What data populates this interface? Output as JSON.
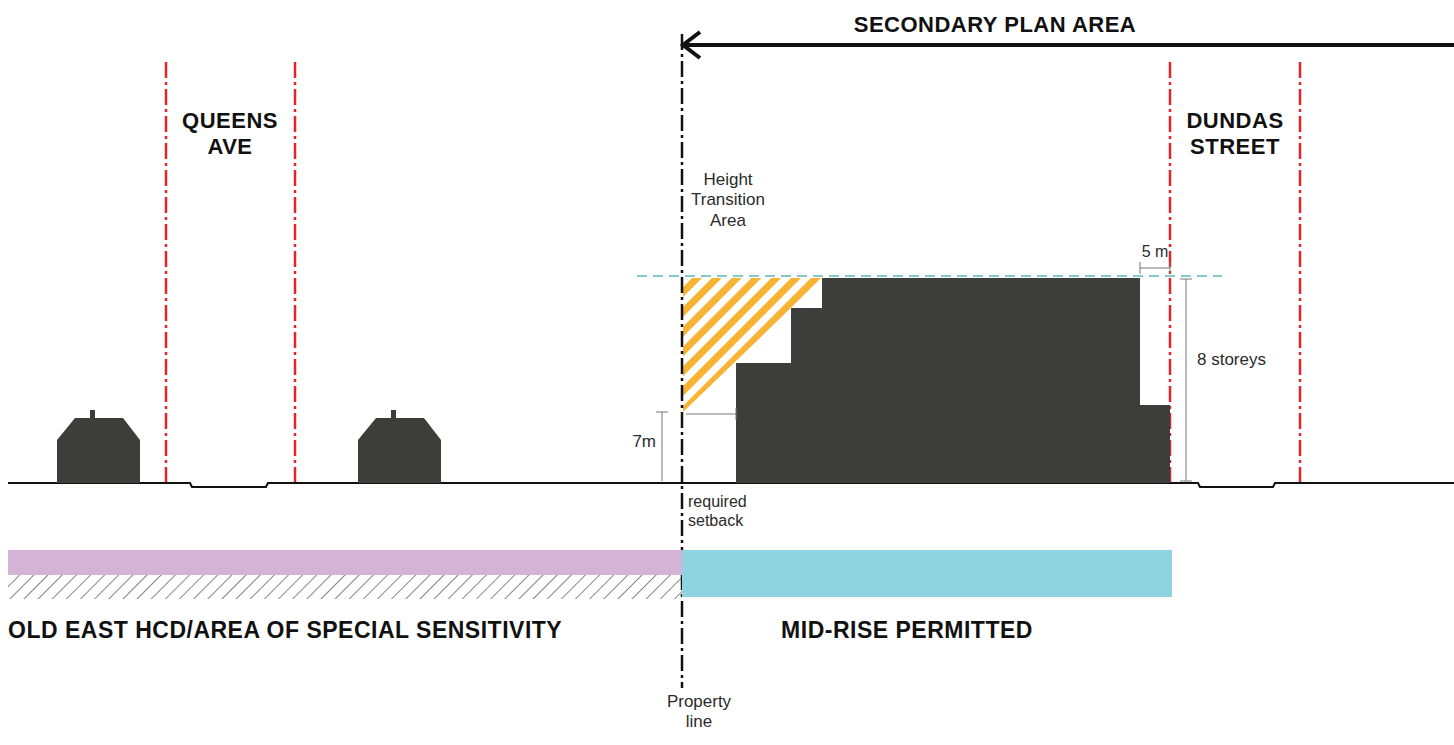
{
  "diagram": {
    "nodes": [
      {
        "text": [
          "OLD EAST HCD/AREA OF SPECIAL SENSITIVITY"
        ]
      },
      {
        "text": [
          "MID-RISE PERMITTED"
        ]
      }
    ],
    "labels": [
      "SECONDARY PLAN AREA",
      "QUEENS AVE",
      "DUNDAS STREET",
      "Height Transition Area",
      "5 m",
      "8 storeys",
      "7m",
      "required setback",
      "Property line"
    ]
  }
}
